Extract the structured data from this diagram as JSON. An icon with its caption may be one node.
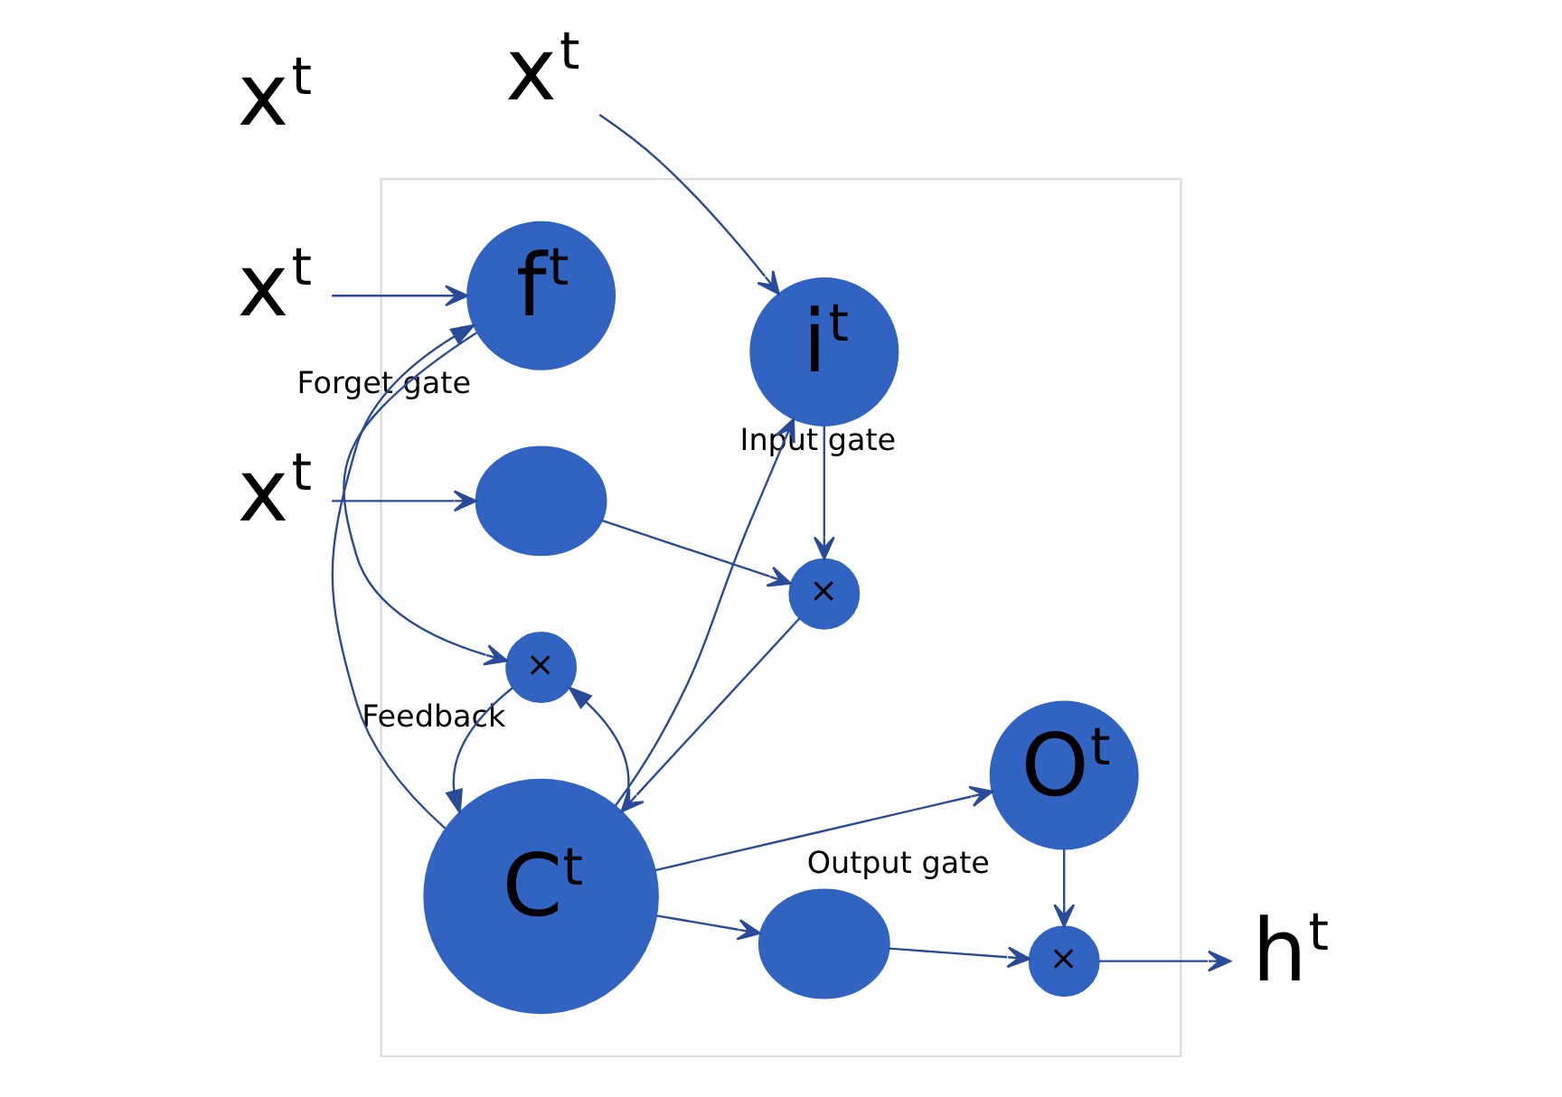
{
  "diagram": {
    "nodes": [
      {
        "text": [],
        "shape": "box"
      },
      {
        "text": [
          "x$^{t}$"
        ]
      },
      {
        "text": [
          "f$^{t}$"
        ],
        "beside": [
          "Forget gate"
        ],
        "in": 0
      },
      {
        "text": [
          "×"
        ],
        "beside": [
          "Feedback"
        ],
        "in": 0
      },
      {
        "text": [
          "x$^{t}$"
        ]
      },
      {
        "text": [],
        "shape": "circle",
        "in": 0
      },
      {
        "text": [
          "×"
        ],
        "in": 0
      },
      {
        "text": [
          "C$^{t}$"
        ],
        "in": 0
      },
      {
        "text": [],
        "shape": "circle",
        "in": 0
      },
      {
        "text": [
          "×"
        ],
        "in": 0
      },
      {
        "text": [
          "h$^{t}$"
        ]
      },
      {
        "text": [
          "i$^{t}$"
        ],
        "beside": [
          "Input gate"
        ],
        "in": 0
      },
      {
        "text": [
          "x$^{t}$"
        ]
      },
      {
        "text": [
          "O$^{t}$"
        ],
        "beside": [
          "Output gate"
        ],
        "in": 0
      },
      {
        "text": [
          "x$^{t}$"
        ]
      }
    ],
    "edges": [
      {
        "from": 1,
        "to": 2,
        "arrow": "to"
      },
      {
        "from": 2,
        "to": 3,
        "arrow": "to"
      },
      {
        "from": 7,
        "to": 2,
        "arrow": "to"
      },
      {
        "from": 7,
        "to": 3,
        "arrow": "to"
      },
      {
        "from": 3,
        "to": 7,
        "arrow": "to"
      },
      {
        "from": 4,
        "to": 5,
        "arrow": "to"
      },
      {
        "from": 5,
        "to": 6,
        "arrow": "to"
      },
      {
        "from": 6,
        "to": 7,
        "arrow": "to"
      },
      {
        "from": 7,
        "to": 8,
        "arrow": "to"
      },
      {
        "from": 8,
        "to": 9,
        "arrow": "to"
      },
      {
        "from": 9,
        "to": 10,
        "arrow": "to"
      },
      {
        "from": 7,
        "to": 11,
        "arrow": "to"
      },
      {
        "from": 11,
        "to": 6,
        "arrow": "to"
      },
      {
        "from": 12,
        "to": 11,
        "arrow": "to"
      },
      {
        "from": 7,
        "to": 13,
        "arrow": "to"
      },
      {
        "from": 13,
        "to": 9,
        "arrow": "to"
      }
    ]
  }
}
